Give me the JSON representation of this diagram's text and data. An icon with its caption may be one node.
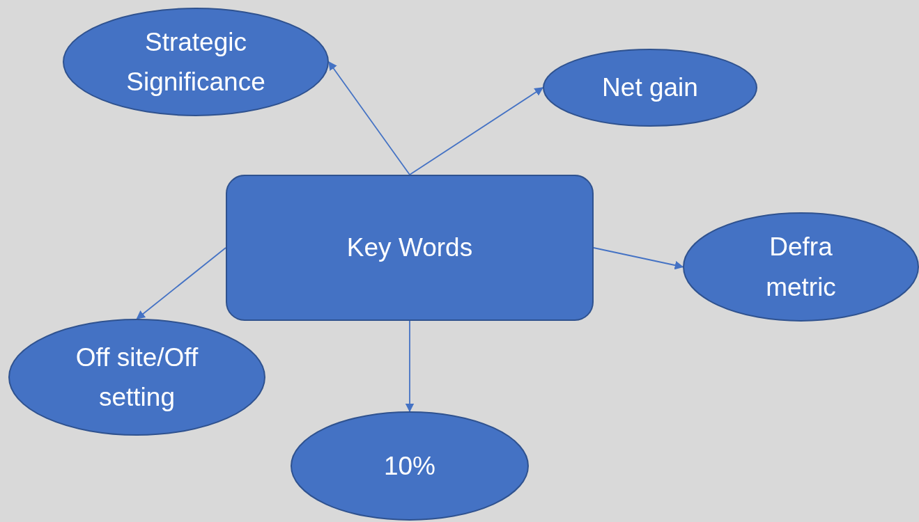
{
  "diagram": {
    "nodes": [
      {
        "text": [
          "Strategic Significance"
        ]
      },
      {
        "text": [
          "Net gain"
        ]
      },
      {
        "text": [
          "Key Words"
        ]
      },
      {
        "text": [
          "Defra metric"
        ]
      },
      {
        "text": [
          "Off site/Off setting"
        ]
      },
      {
        "text": [
          "10%"
        ]
      }
    ],
    "edges": [
      {
        "from": 2,
        "to": 0,
        "arrow": "to"
      },
      {
        "from": 2,
        "to": 1,
        "arrow": "to"
      },
      {
        "from": 2,
        "to": 3,
        "arrow": "to"
      },
      {
        "from": 2,
        "to": 4,
        "arrow": "to"
      },
      {
        "from": 2,
        "to": 5,
        "arrow": "to"
      }
    ]
  }
}
